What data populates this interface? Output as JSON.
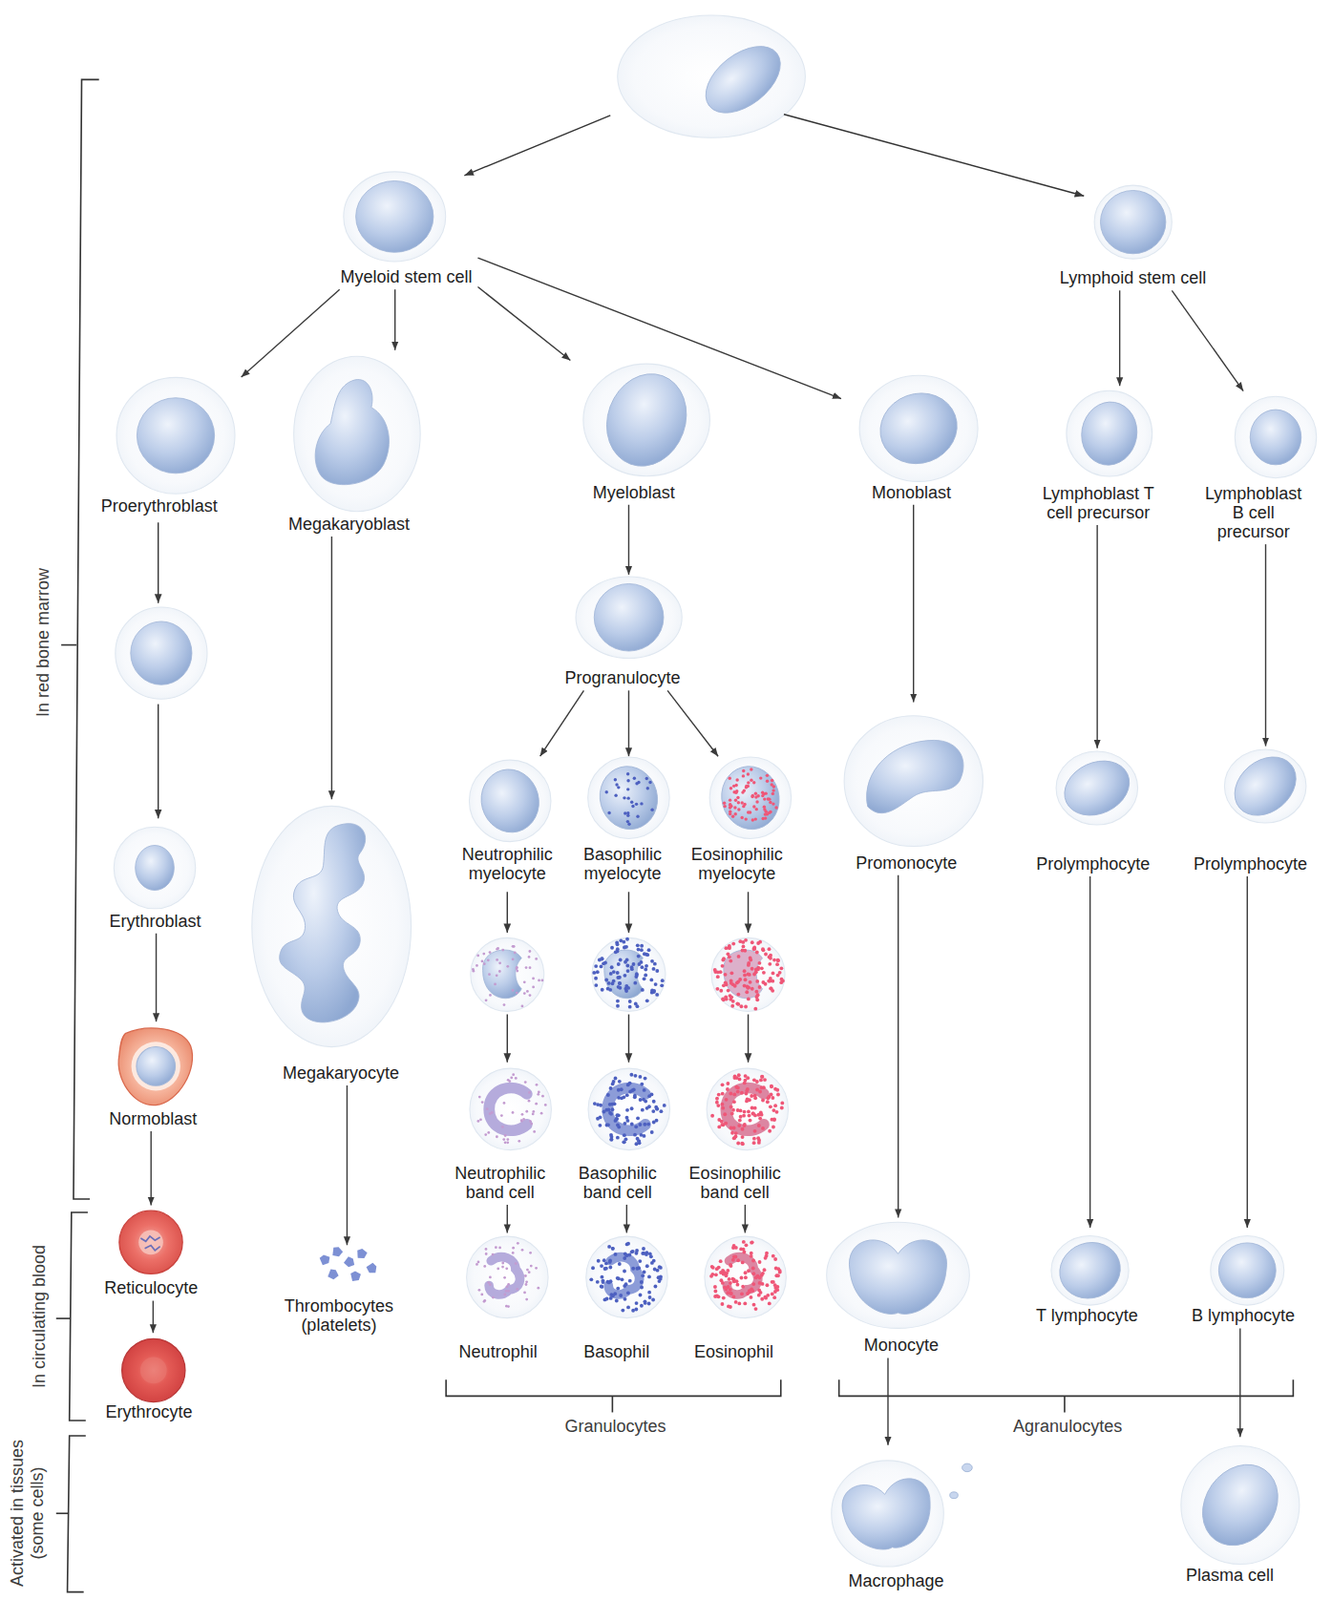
{
  "diagram": {
    "nodes": [
      {
        "text": [
          "Myeloid stem cell"
        ]
      },
      {
        "text": [
          "Lymphoid stem cell"
        ]
      },
      {
        "text": [
          "Proerythroblast"
        ]
      },
      {
        "text": [
          "Megakaryoblast"
        ]
      },
      {
        "text": [
          "Myeloblast"
        ]
      },
      {
        "text": [
          "Monoblast"
        ]
      },
      {
        "text": [
          "Lymphoblast T cell precursor"
        ]
      },
      {
        "text": [
          "Lymphoblast B cell precursor"
        ]
      },
      {
        "text": [
          "Progranulocyte"
        ]
      },
      {
        "text": [
          "Neutrophilic myelocyte"
        ]
      },
      {
        "text": [
          "Basophilic myelocyte"
        ]
      },
      {
        "text": [
          "Eosinophilic myelocyte"
        ]
      },
      {
        "text": [
          "Promonocyte"
        ]
      },
      {
        "text": [
          "Prolymphocyte"
        ]
      },
      {
        "text": [
          "Prolymphocyte"
        ]
      },
      {
        "text": [
          "Erythroblast"
        ]
      },
      {
        "text": [
          "Megakaryocyte"
        ]
      },
      {
        "text": [
          "Normoblast"
        ]
      },
      {
        "text": [
          "Neutrophilic band cell"
        ]
      },
      {
        "text": [
          "Basophilic band cell"
        ]
      },
      {
        "text": [
          "Eosinophilic band cell"
        ]
      },
      {
        "text": [
          "Reticulocyte"
        ]
      },
      {
        "text": [
          "Thrombocytes (platelets)"
        ]
      },
      {
        "text": [
          "Neutrophil"
        ]
      },
      {
        "text": [
          "Basophil"
        ]
      },
      {
        "text": [
          "Eosinophil"
        ]
      },
      {
        "text": [
          "Monocyte"
        ]
      },
      {
        "text": [
          "T lymphocyte"
        ]
      },
      {
        "text": [
          "B lymphocyte"
        ]
      },
      {
        "text": [
          "Erythrocyte"
        ]
      },
      {
        "text": [
          "Macrophage"
        ]
      },
      {
        "text": [
          "Plasma cell"
        ]
      }
    ],
    "edges": [
      {
        "from": 0,
        "to": 2,
        "arrow": "to"
      },
      {
        "from": 0,
        "to": 3,
        "arrow": "to"
      },
      {
        "from": 0,
        "to": 4,
        "arrow": "to"
      },
      {
        "from": 0,
        "to": 5,
        "arrow": "to"
      },
      {
        "from": 1,
        "to": 6,
        "arrow": "to"
      },
      {
        "from": 1,
        "to": 7,
        "arrow": "to"
      },
      {
        "from": 3,
        "to": 16,
        "arrow": "to"
      },
      {
        "from": 16,
        "to": 22,
        "arrow": "to"
      },
      {
        "from": 4,
        "to": 8,
        "arrow": "to"
      },
      {
        "from": 8,
        "to": 9,
        "arrow": "to"
      },
      {
        "from": 8,
        "to": 10,
        "arrow": "to"
      },
      {
        "from": 8,
        "to": 11,
        "arrow": "to"
      },
      {
        "from": 5,
        "to": 12,
        "arrow": "to"
      },
      {
        "from": 12,
        "to": 26,
        "arrow": "to"
      },
      {
        "from": 26,
        "to": 30,
        "arrow": "to"
      },
      {
        "from": 6,
        "to": 13,
        "arrow": "to"
      },
      {
        "from": 13,
        "to": 27,
        "arrow": "to"
      },
      {
        "from": 7,
        "to": 14,
        "arrow": "to"
      },
      {
        "from": 14,
        "to": 28,
        "arrow": "to"
      },
      {
        "from": 28,
        "to": 31,
        "arrow": "to"
      },
      {
        "from": 15,
        "to": 17,
        "arrow": "to"
      },
      {
        "from": 17,
        "to": 21,
        "arrow": "to"
      },
      {
        "from": 21,
        "to": 29,
        "arrow": "to"
      },
      {
        "from": 18,
        "to": 23,
        "arrow": "to"
      },
      {
        "from": 19,
        "to": 24,
        "arrow": "to"
      },
      {
        "from": 20,
        "to": 25,
        "arrow": "to"
      }
    ],
    "labels": [
      "In red bone marrow",
      "In circulating blood",
      "Activated in tissues (some cells)",
      "Granulocytes",
      "Agranulocytes"
    ]
  }
}
